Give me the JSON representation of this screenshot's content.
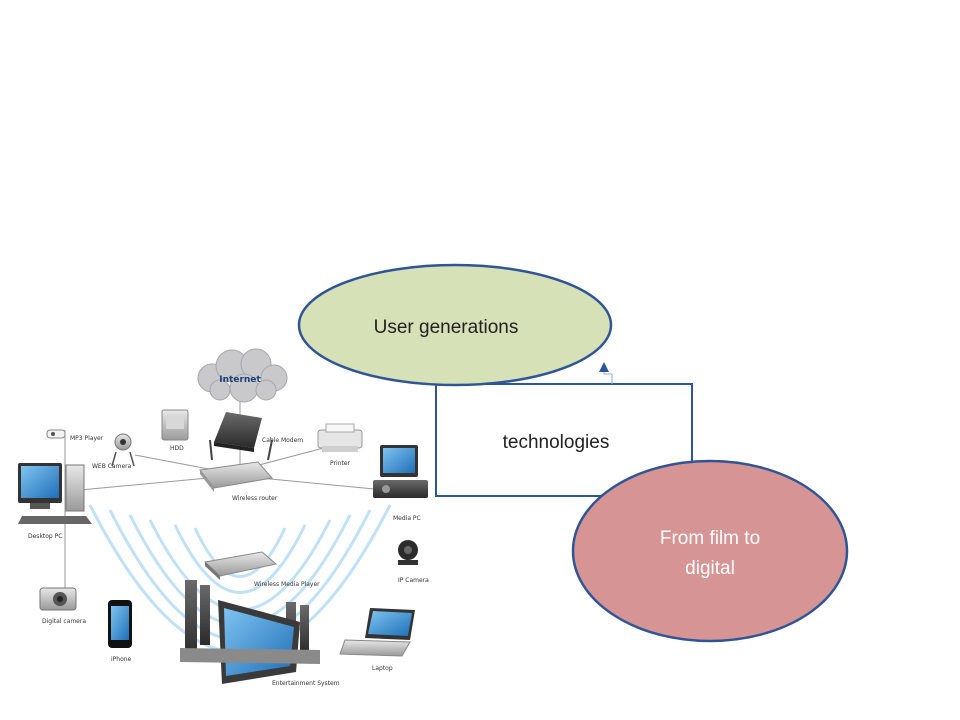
{
  "diagram": {
    "nodes": {
      "user_generations": "User generations",
      "technologies": "technologies",
      "film_line1": "From film to",
      "film_line2": "digital"
    },
    "colors": {
      "green_fill": "#d6e1b8",
      "red_fill": "#d79494",
      "border_blue": "#2f5597"
    }
  },
  "network": {
    "cloud": "Internet",
    "devices": [
      "MP3 Player",
      "WEB Camera",
      "HDD",
      "Cable Modem",
      "Printer",
      "Desktop PC",
      "Wireless router",
      "Media PC",
      "Wireless Media Player",
      "IP Camera",
      "Digital camera",
      "iPhone",
      "Laptop",
      "Entertainment System"
    ]
  }
}
